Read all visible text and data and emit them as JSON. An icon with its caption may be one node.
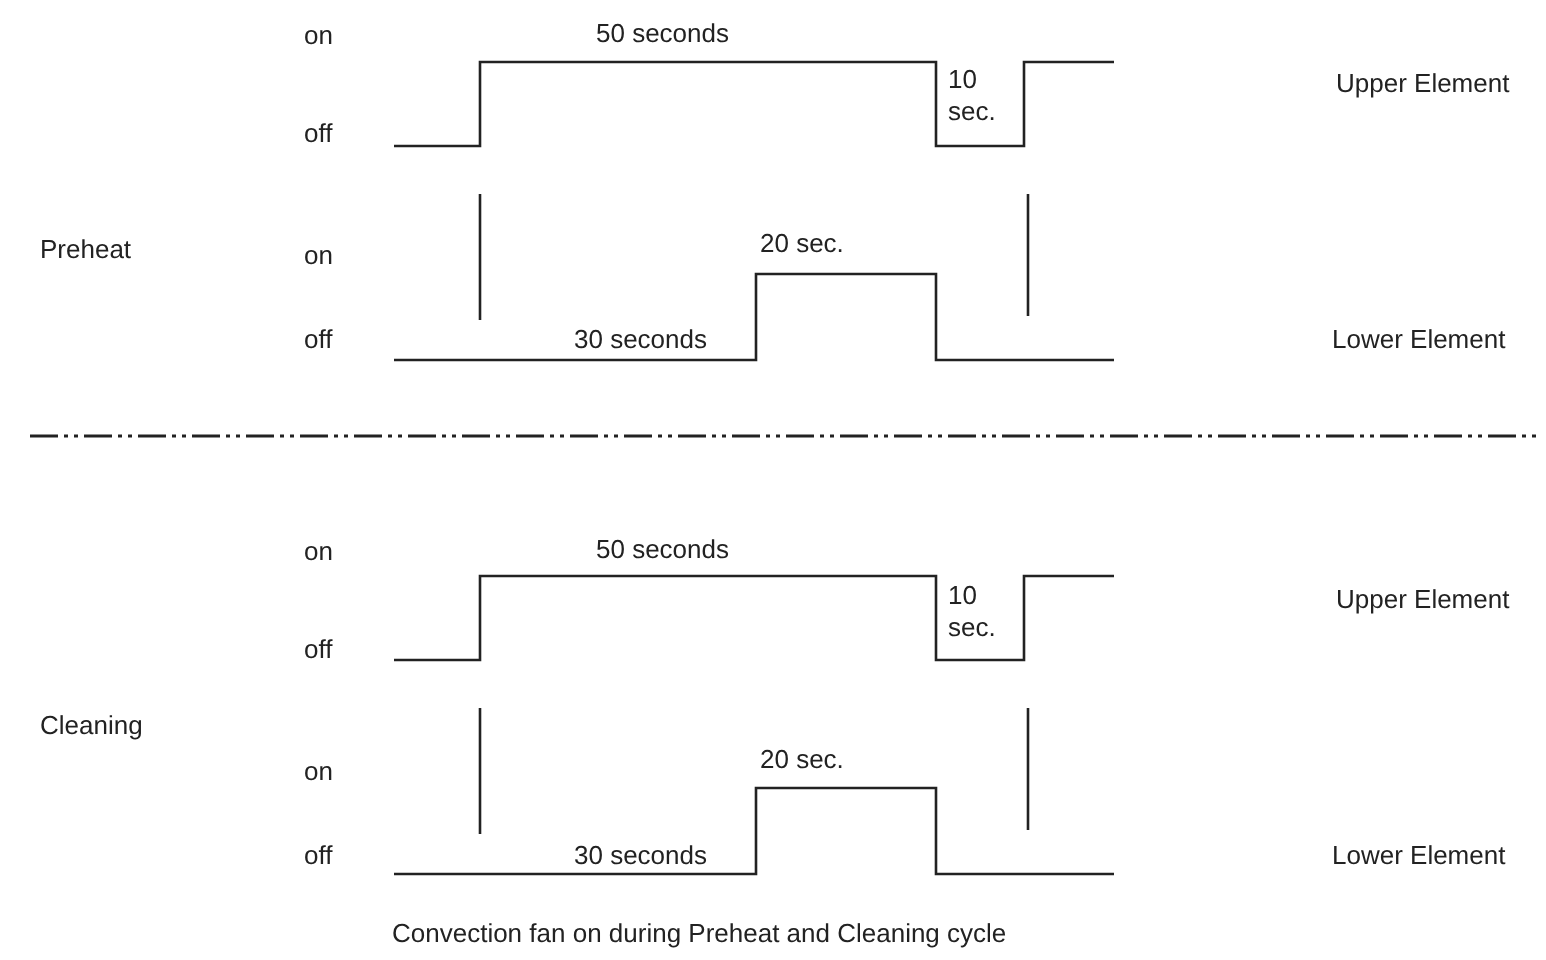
{
  "diagram": {
    "caption": "Convection fan on during Preheat and Cleaning cycle",
    "labels": [
      "on",
      "50 seconds",
      "10 sec.",
      "Upper Element",
      "off",
      "Preheat",
      "on",
      "20 sec.",
      "off",
      "30 seconds",
      "Lower Element",
      "on",
      "50 seconds",
      "10 sec.",
      "Upper Element",
      "off",
      "Cleaning",
      "on",
      "20 sec.",
      "off",
      "30 seconds",
      "Lower Element"
    ]
  }
}
